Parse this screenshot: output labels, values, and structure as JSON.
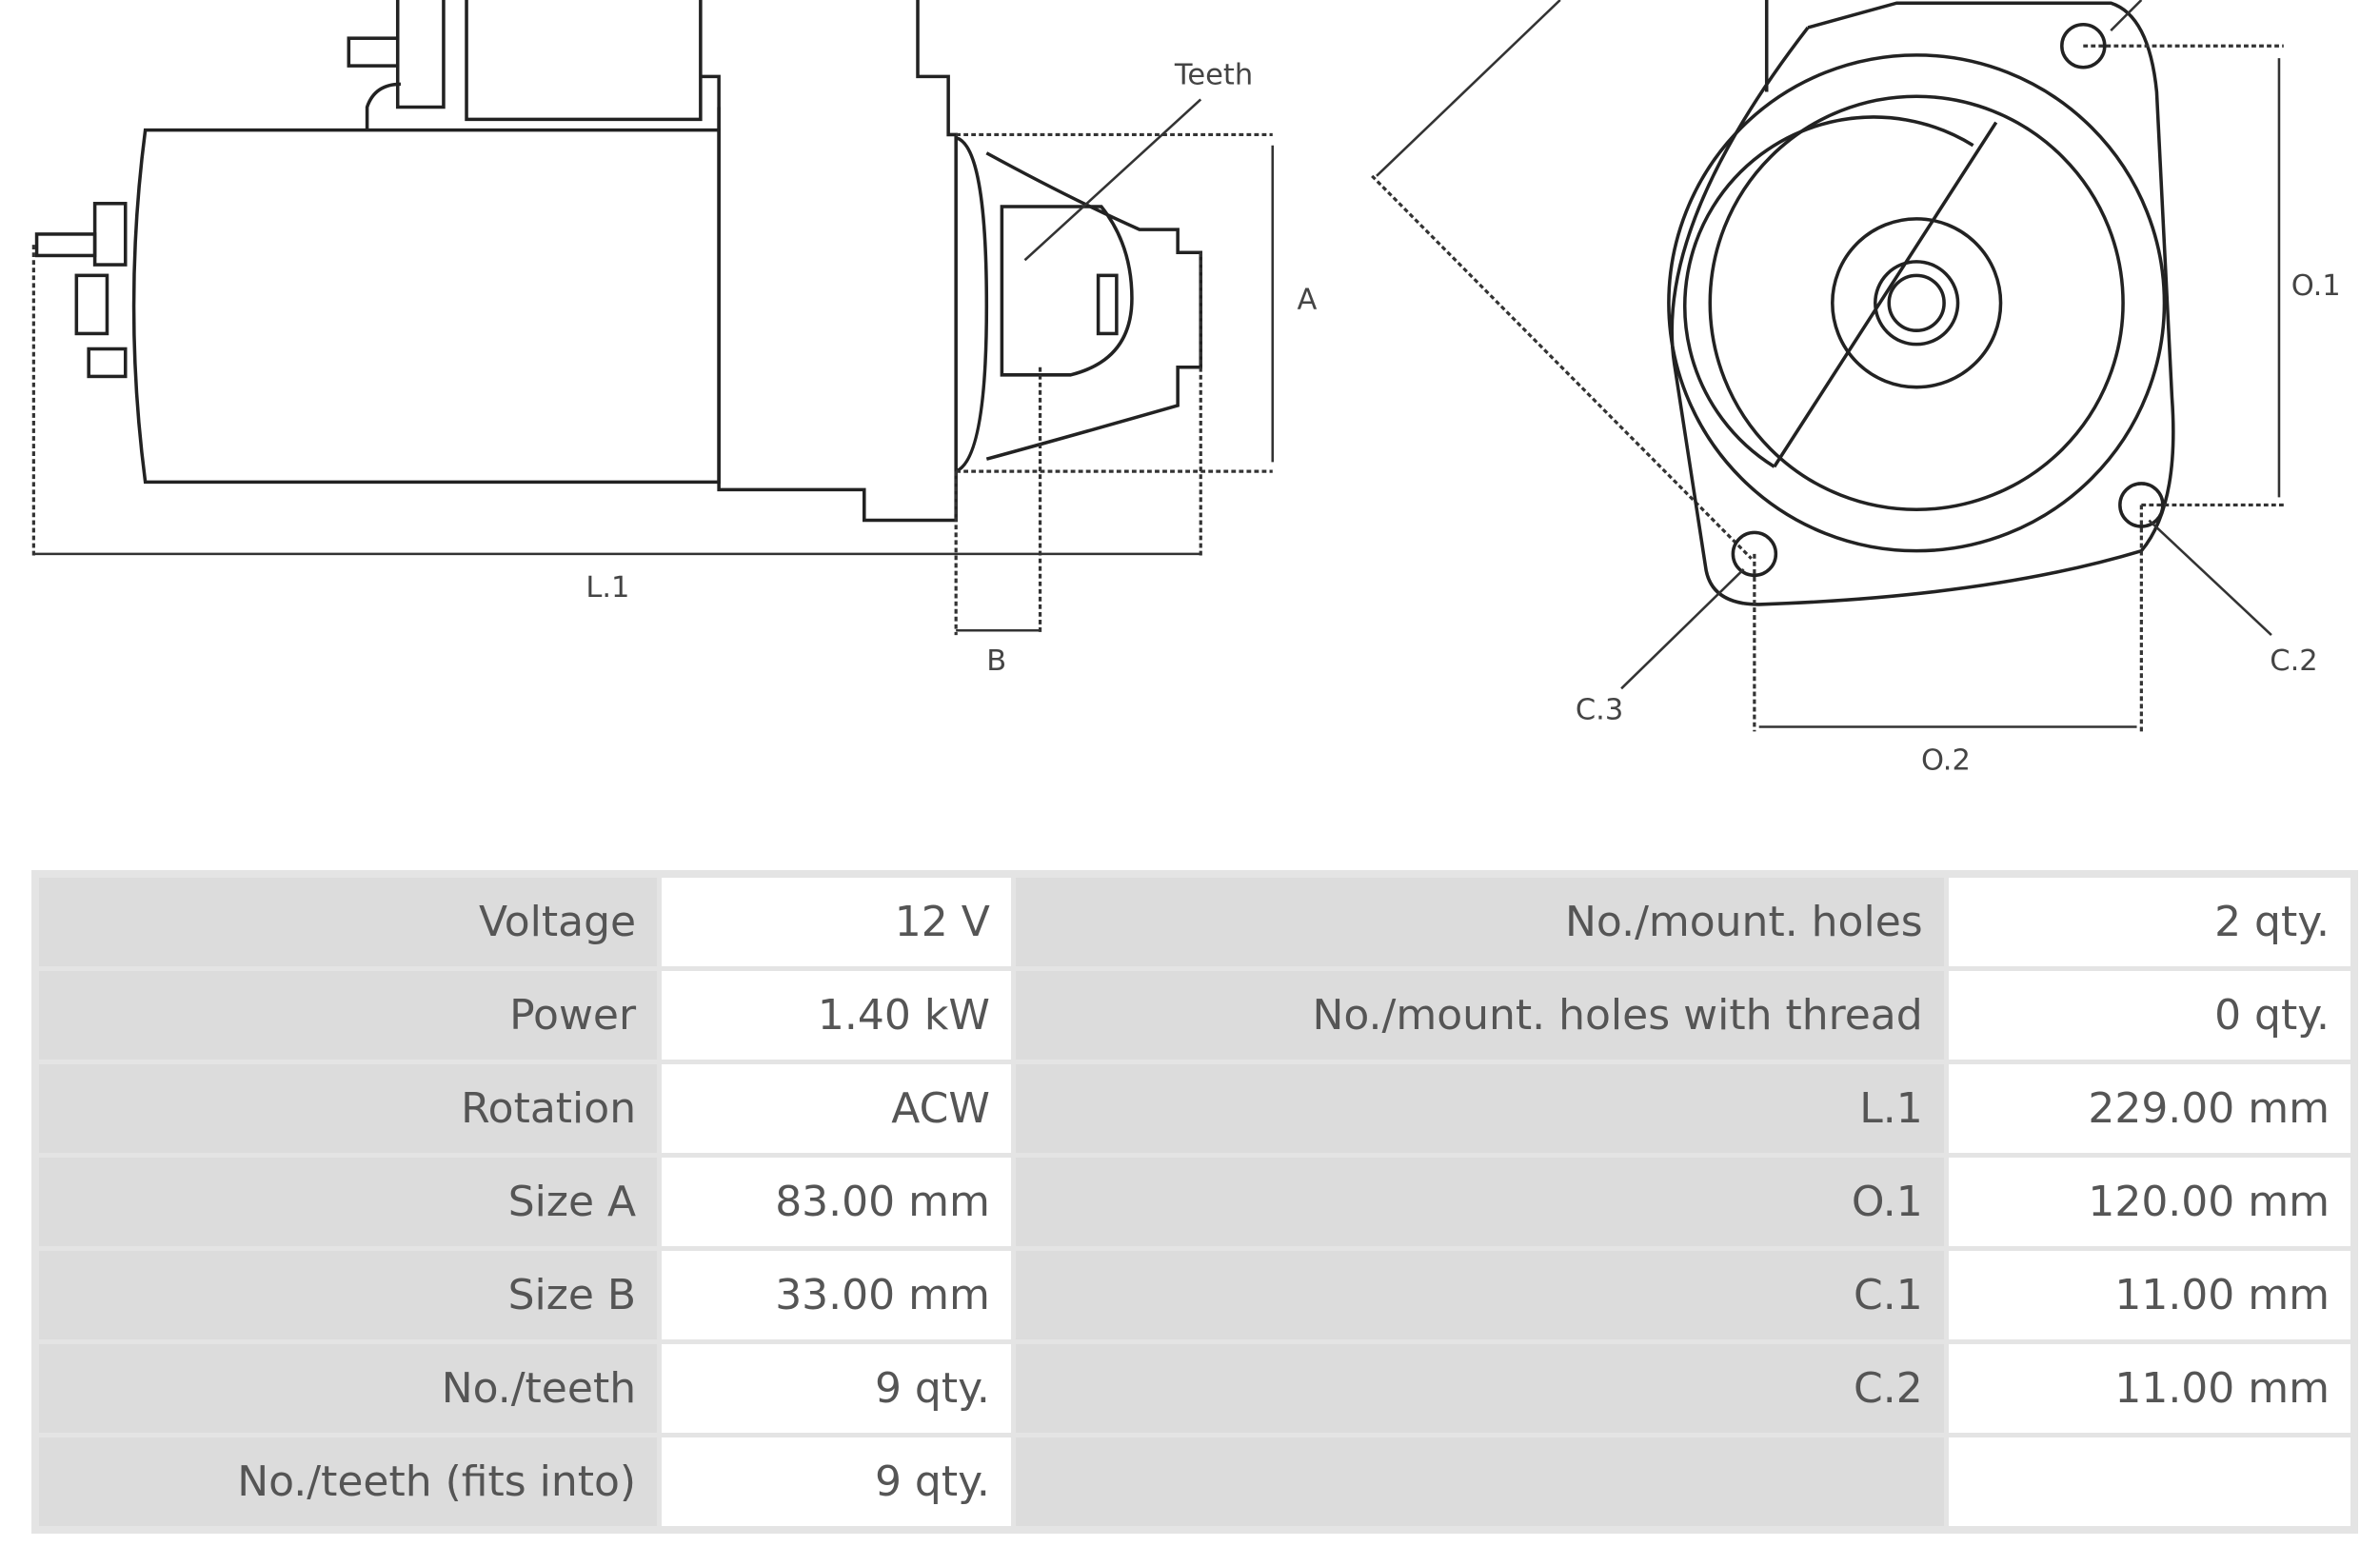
{
  "diagram": {
    "labels": {
      "teeth": "Teeth",
      "a": "A",
      "l1": "L.1",
      "b": "B",
      "o1": "O.1",
      "o2": "O.2",
      "c2": "C.2",
      "c3": "C.3"
    }
  },
  "specs": {
    "rows": [
      {
        "k1": "Voltage",
        "v1": "12 V",
        "k2": "No./mount. holes",
        "v2": "2 qty."
      },
      {
        "k1": "Power",
        "v1": "1.40 kW",
        "k2": "No./mount. holes with thread",
        "v2": "0 qty."
      },
      {
        "k1": "Rotation",
        "v1": "ACW",
        "k2": "L.1",
        "v2": "229.00 mm"
      },
      {
        "k1": "Size A",
        "v1": "83.00 mm",
        "k2": "O.1",
        "v2": "120.00 mm"
      },
      {
        "k1": "Size B",
        "v1": "33.00 mm",
        "k2": "C.1",
        "v2": "11.00 mm"
      },
      {
        "k1": "No./teeth",
        "v1": "9 qty.",
        "k2": "C.2",
        "v2": "11.00 mm"
      },
      {
        "k1": "No./teeth (fits into)",
        "v1": "9 qty.",
        "k2": "",
        "v2": ""
      }
    ]
  }
}
